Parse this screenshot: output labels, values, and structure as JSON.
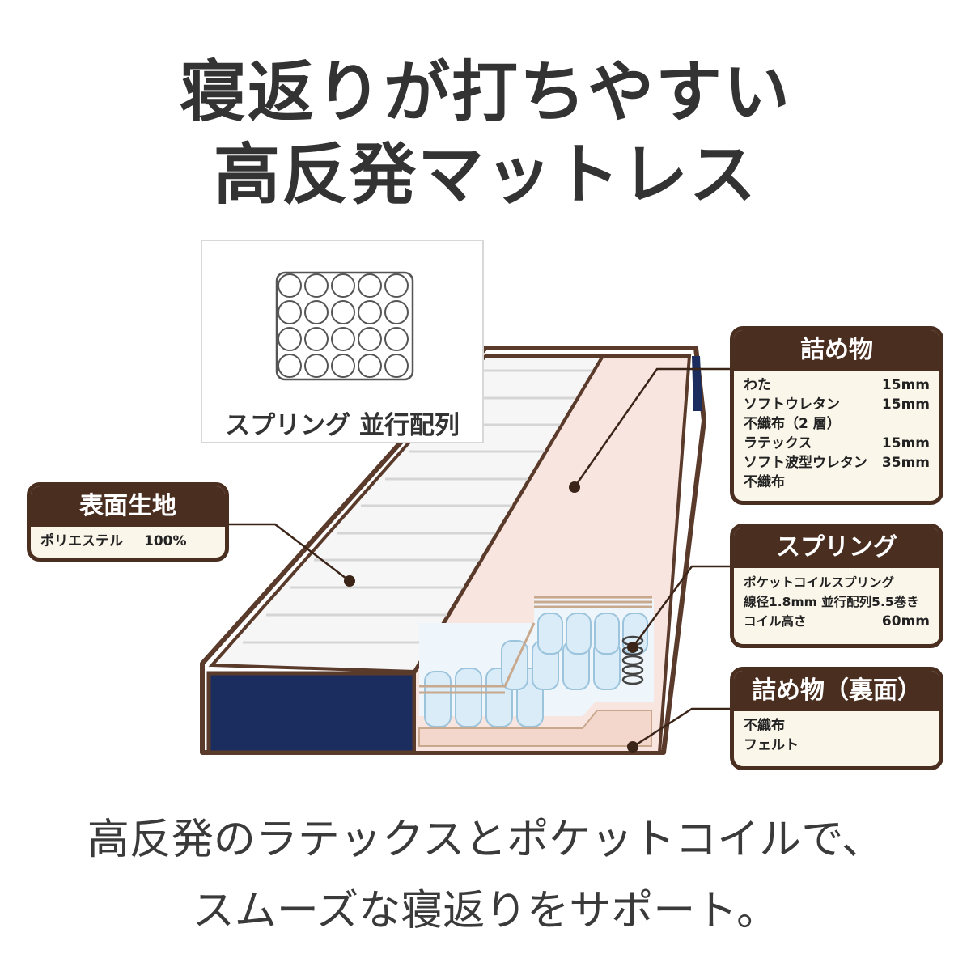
{
  "title": {
    "line1": "寝返りが打ちやすい",
    "line2": "高反発マットレス"
  },
  "inset": {
    "label": "スプリング  並行配列",
    "grid_rows": 4,
    "grid_cols": 5
  },
  "callouts": {
    "surface": {
      "heading": "表面生地",
      "rows": [
        {
          "name": "ポリエステル",
          "value": "100%"
        }
      ]
    },
    "filling": {
      "heading": "詰め物",
      "rows": [
        {
          "name": "わた",
          "value": "15mm"
        },
        {
          "name": "ソフトウレタン",
          "value": "15mm"
        },
        {
          "name": "不織布（2 層）",
          "value": ""
        },
        {
          "name": "ラテックス",
          "value": "15mm"
        },
        {
          "name": "ソフト波型ウレタン",
          "value": "35mm"
        },
        {
          "name": "不織布",
          "value": ""
        }
      ]
    },
    "spring": {
      "heading": "スプリング",
      "rows": [
        {
          "name": "ポケットコイルスプリング",
          "value": ""
        },
        {
          "name": "線径1.8mm 並行配列5.5巻き",
          "value": ""
        },
        {
          "name": "コイル高さ",
          "value": "60mm"
        }
      ]
    },
    "back": {
      "heading": "詰め物（裏面）",
      "rows": [
        {
          "name": "不織布",
          "value": ""
        },
        {
          "name": "フェルト",
          "value": ""
        }
      ]
    }
  },
  "footer": {
    "line1": "高反発のラテックスとポケットコイルで、",
    "line2": "スムーズな寝返りをサポート。"
  },
  "colors": {
    "brown": "#4a2e20",
    "navy": "#1a2d5e",
    "pink": "#f7e6df",
    "cream": "#fbf6ea",
    "coil_blue": "#d9ecf7"
  }
}
